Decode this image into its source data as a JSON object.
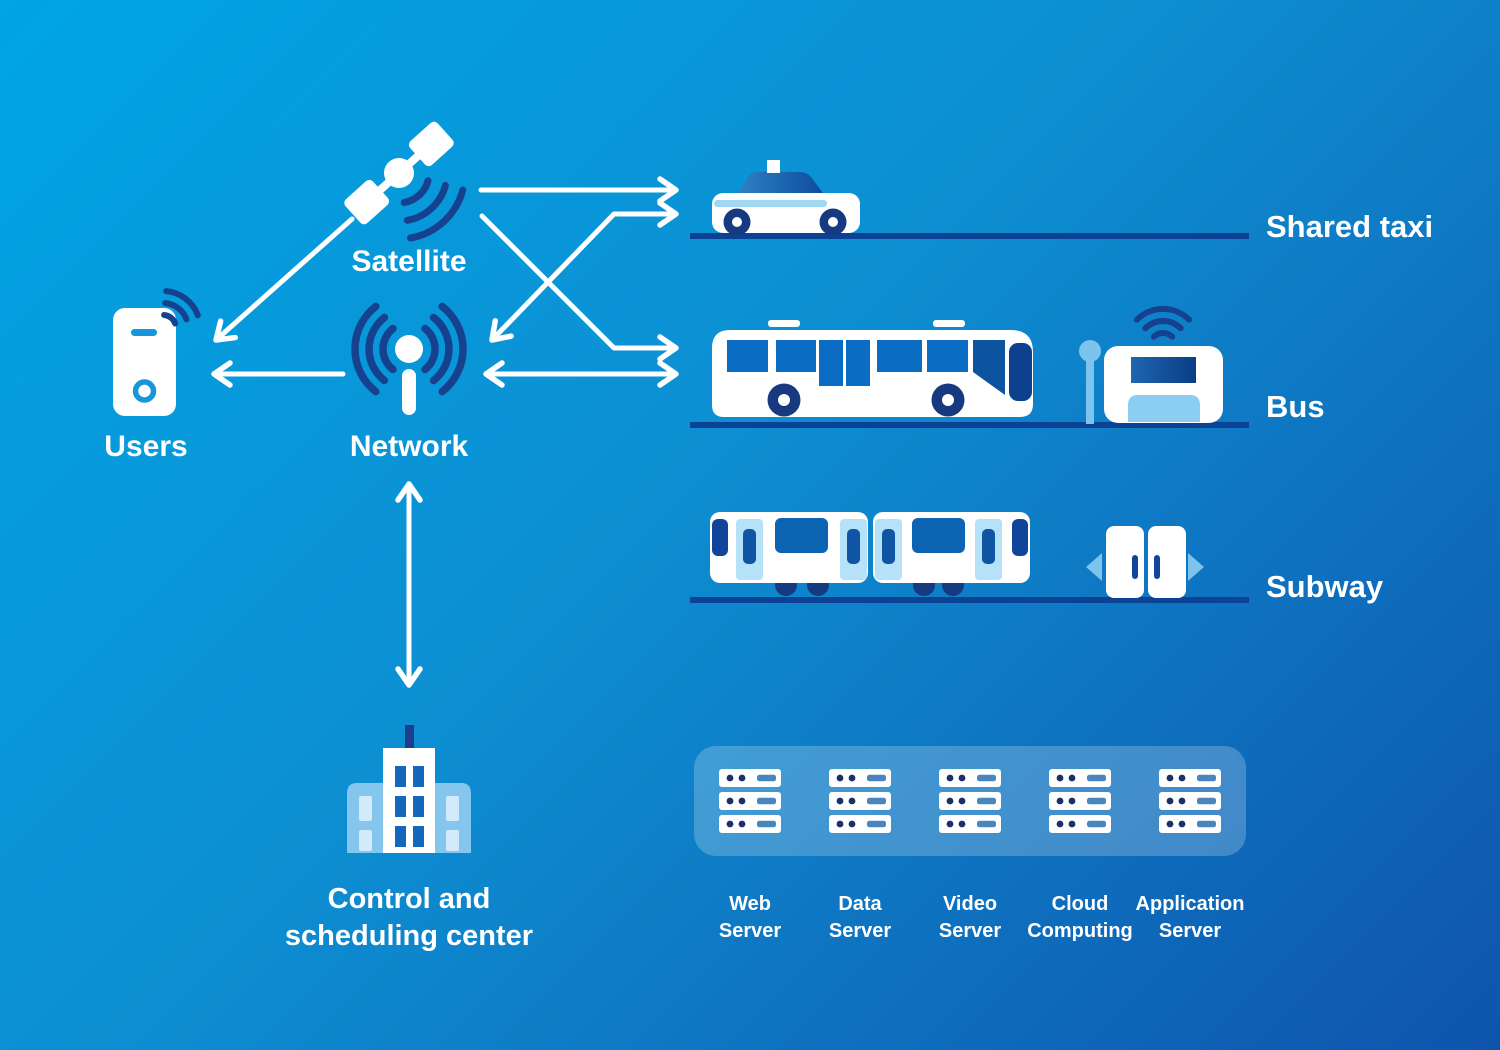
{
  "nodes": {
    "satellite": {
      "label": "Satellite"
    },
    "network": {
      "label": "Network"
    },
    "users": {
      "label": "Users"
    },
    "control_center": {
      "label": "Control and scheduling center",
      "label_lines": [
        "Control and",
        "scheduling center"
      ]
    }
  },
  "transports": [
    {
      "id": "shared-taxi",
      "label": "Shared taxi"
    },
    {
      "id": "bus",
      "label": "Bus"
    },
    {
      "id": "subway",
      "label": "Subway"
    }
  ],
  "servers": [
    {
      "label": "Web Server",
      "lines": [
        "Web",
        "Server"
      ]
    },
    {
      "label": "Data Server",
      "lines": [
        "Data",
        "Server"
      ]
    },
    {
      "label": "Video Server",
      "lines": [
        "Video",
        "Server"
      ]
    },
    {
      "label": "Cloud Computing",
      "lines": [
        "Cloud",
        "Computing"
      ]
    },
    {
      "label": "Application Server",
      "lines": [
        "Application",
        "Server"
      ]
    }
  ],
  "connections": [
    {
      "from": "Satellite",
      "to": "Users",
      "direction": "one-way"
    },
    {
      "from": "Satellite",
      "to": "Shared taxi",
      "direction": "one-way"
    },
    {
      "from": "Satellite",
      "to": "Bus",
      "direction": "one-way"
    },
    {
      "from": "Network",
      "to": "Users",
      "direction": "one-way"
    },
    {
      "from": "Network",
      "to": "Shared taxi",
      "direction": "two-way"
    },
    {
      "from": "Network",
      "to": "Bus",
      "direction": "two-way"
    },
    {
      "from": "Network",
      "to": "Control and scheduling center",
      "direction": "two-way"
    }
  ],
  "colors": {
    "background_top_left": "#00a5e5",
    "background_bottom_right": "#0f54ac",
    "navy": "#16418f",
    "road_navy": "#0b4294",
    "window_blue": "#0b6cc4",
    "light_blue": "#8cccf1",
    "pale_blue_door": "#b5e2f8",
    "white": "#ffffff"
  }
}
